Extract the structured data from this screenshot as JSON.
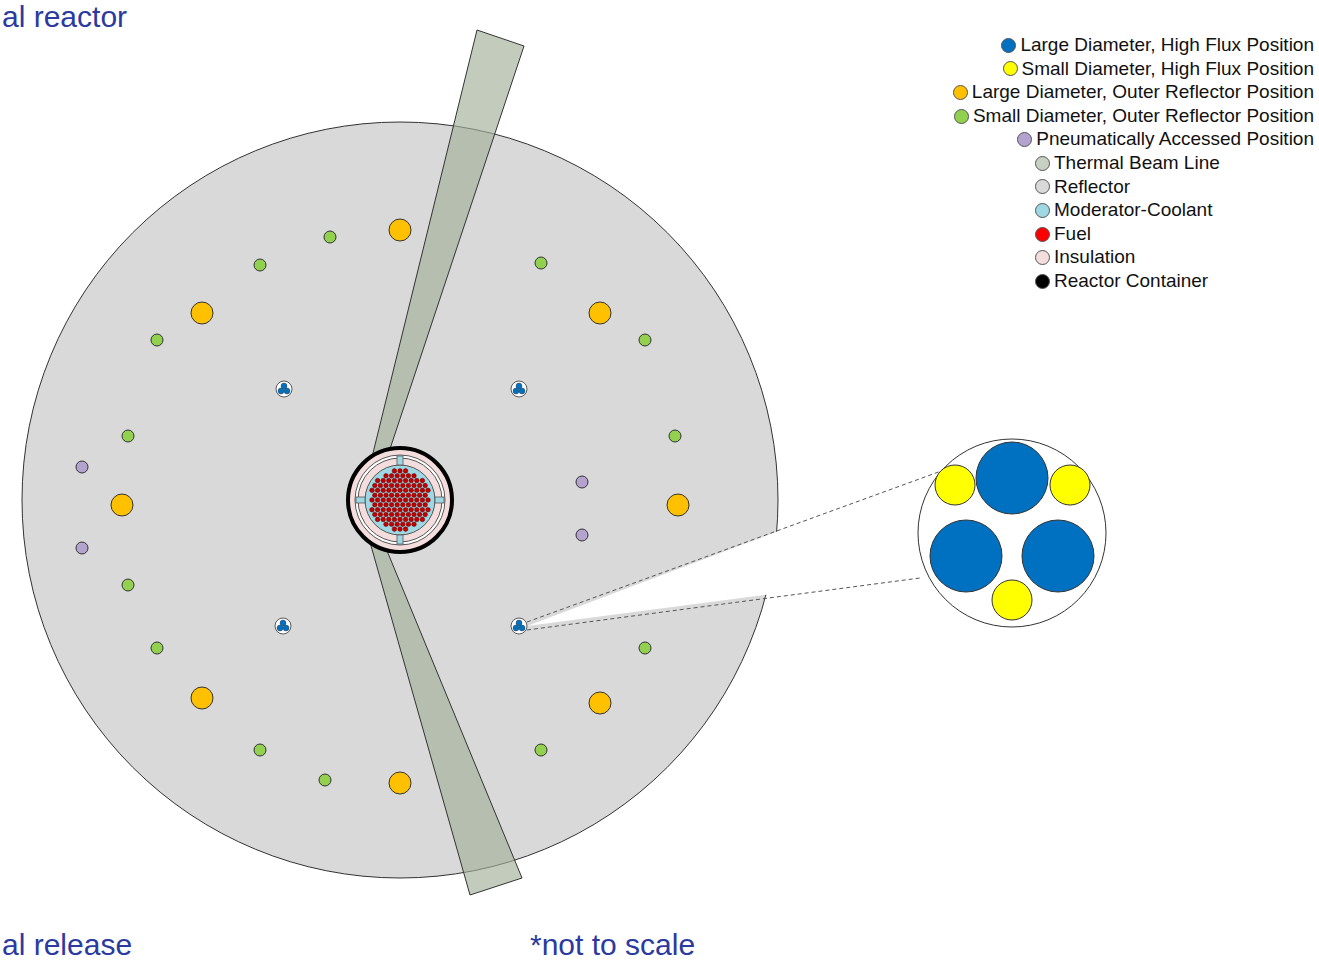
{
  "diagram": {
    "labels": [
      "al reactor",
      "al release",
      "*not to scale"
    ],
    "legend": [
      {
        "text": "Large Diameter, High Flux Position",
        "color": "#0070c0"
      },
      {
        "text": "Small Diameter, High Flux Position",
        "color": "#ffff00"
      },
      {
        "text": "Large Diameter, Outer Reflector Position",
        "color": "#ffc000"
      },
      {
        "text": "Small Diameter, Outer Reflector Position",
        "color": "#92d050"
      },
      {
        "text": "Pneumatically Accessed Position",
        "color": "#b4a2cf"
      },
      {
        "text": "Thermal Beam Line",
        "color": "#c8d0c2"
      },
      {
        "text": "Reflector",
        "color": "#d9d9d9"
      },
      {
        "text": "Moderator-Coolant",
        "color": "#9ed8e2"
      },
      {
        "text": "Fuel",
        "color": "#ff0000"
      },
      {
        "text": "Insulation",
        "color": "#f4dedd"
      },
      {
        "text": "Reactor Container",
        "color": "#000000"
      }
    ]
  }
}
